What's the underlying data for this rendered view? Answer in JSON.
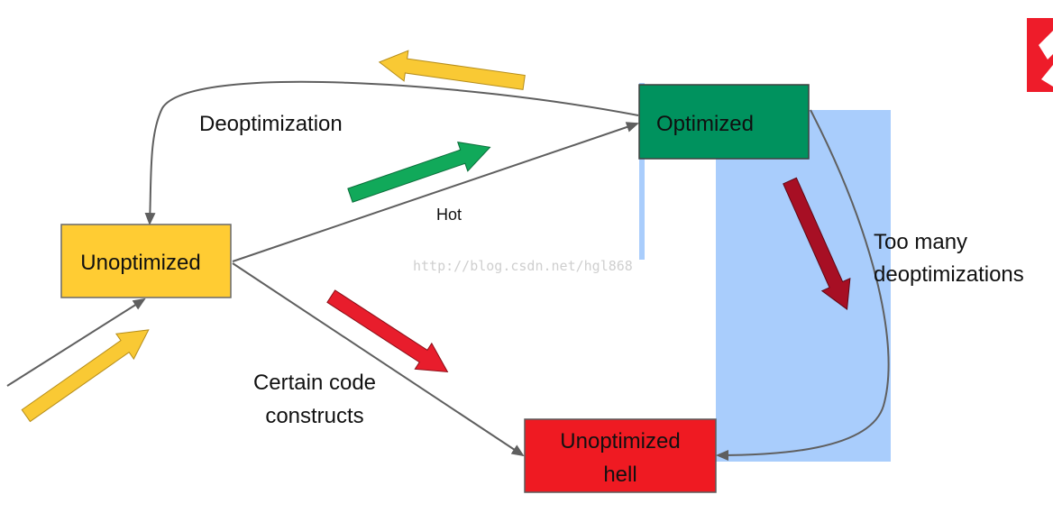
{
  "nodes": {
    "unoptimized": {
      "label": "Unoptimized",
      "fill": "#FFCC33"
    },
    "optimized": {
      "label": "Optimized",
      "fill": "#00925E"
    },
    "hell": {
      "label_line1": "Unoptimized",
      "label_line2": "hell",
      "fill": "#EF1A22"
    }
  },
  "edges": {
    "deoptimization": "Deoptimization",
    "hot": "Hot",
    "certain_code_line1": "Certain code",
    "certain_code_line2": "constructs",
    "too_many_line1": "Too many",
    "too_many_line2": "deoptimizations"
  },
  "watermark": "http://blog.csdn.net/hgl868",
  "colors": {
    "edge": "#5f5f5f",
    "highlight": "#A9CDFC",
    "arrow_yellow": "#F9C934",
    "arrow_green": "#11A95A",
    "arrow_red": "#E81D2C",
    "arrow_darkred": "#A70F24",
    "logo": "#EE1C2A"
  }
}
